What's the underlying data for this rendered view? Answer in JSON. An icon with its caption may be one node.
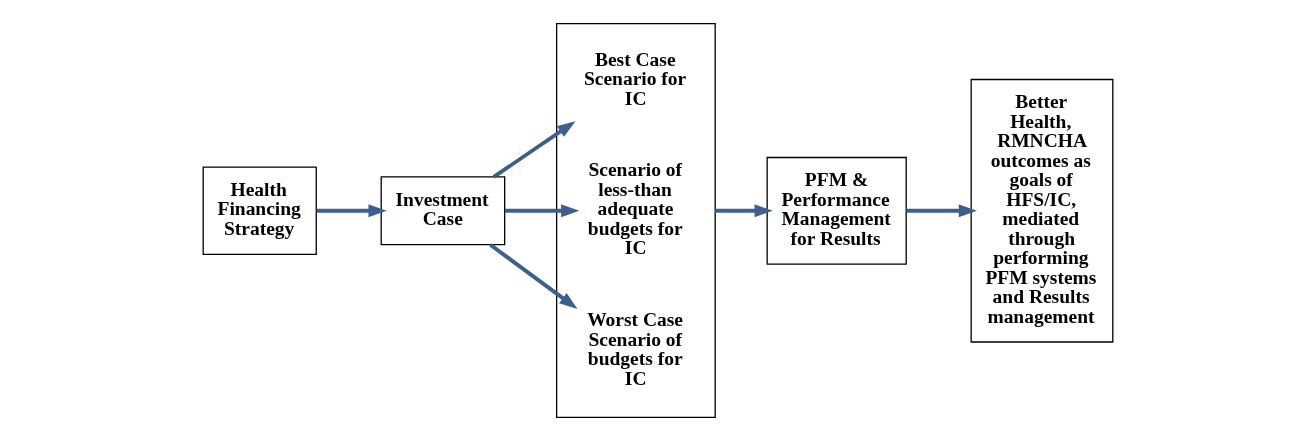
{
  "diagram": {
    "nodes": [
      {
        "text": [
          "Health Financing Strategy"
        ]
      },
      {
        "text": [
          "Investment Case"
        ]
      },
      {
        "text": [],
        "shape": "box"
      },
      {
        "text": [
          "Best Case Scenario for IC"
        ],
        "in": 2
      },
      {
        "text": [
          "Scenario of less-than adequate budgets for IC"
        ],
        "in": 2
      },
      {
        "text": [
          "Worst Case Scenario of budgets for IC"
        ],
        "in": 2
      },
      {
        "text": [
          "PFM & Performance Management for Results"
        ]
      },
      {
        "text": [
          "Better Health, RMNCHA outcomes as goals of HFS/IC, mediated through performing PFM systems and Results management"
        ]
      }
    ],
    "edges": [
      {
        "from": 0,
        "to": 1,
        "arrow": "to"
      },
      {
        "from": 1,
        "to": 3,
        "arrow": "to"
      },
      {
        "from": 1,
        "to": 4,
        "arrow": "to"
      },
      {
        "from": 1,
        "to": 5,
        "arrow": "to"
      },
      {
        "from": 2,
        "to": 6,
        "arrow": "to"
      },
      {
        "from": 6,
        "to": 7,
        "arrow": "to"
      }
    ]
  }
}
